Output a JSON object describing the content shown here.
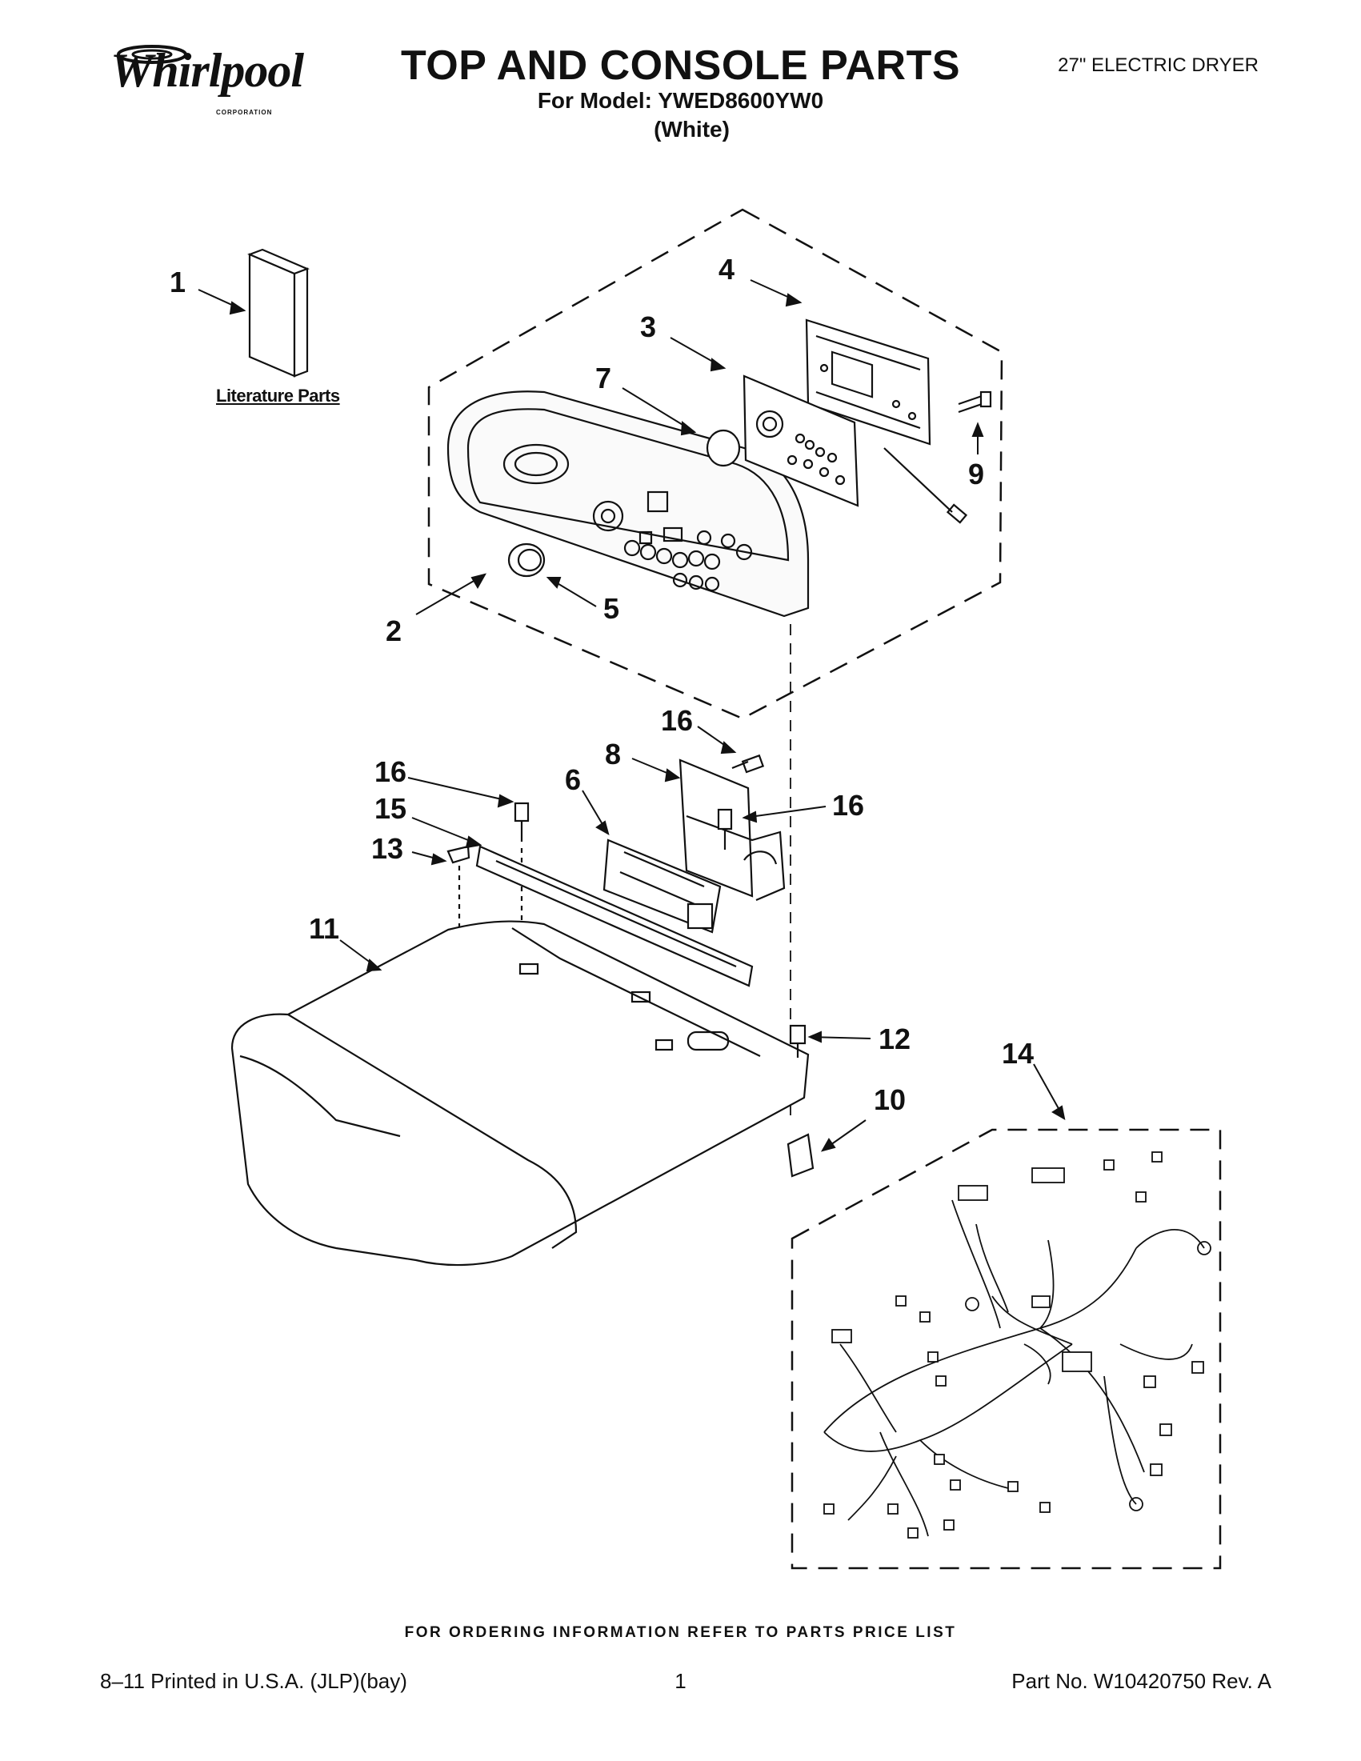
{
  "header": {
    "brand": "Whirlpool",
    "brand_sub": "CORPORATION",
    "title": "TOP AND CONSOLE PARTS",
    "model_line": "For Model: YWED8600YW0",
    "color_line": "(White)",
    "product_type": "27\" ELECTRIC DRYER"
  },
  "diagram": {
    "literature_label": "Literature Parts",
    "callouts": {
      "c1": "1",
      "c2": "2",
      "c3": "3",
      "c4": "4",
      "c5": "5",
      "c6": "6",
      "c7": "7",
      "c8": "8",
      "c9": "9",
      "c10": "10",
      "c11": "11",
      "c12": "12",
      "c13": "13",
      "c14": "14",
      "c15": "15",
      "c16a": "16",
      "c16b": "16",
      "c16c": "16"
    }
  },
  "footer": {
    "ordering_note": "FOR ORDERING INFORMATION REFER TO PARTS PRICE LIST",
    "print_info": "8–11 Printed in U.S.A. (JLP)(bay)",
    "page_number": "1",
    "part_number": "Part No. W10420750 Rev. A"
  }
}
